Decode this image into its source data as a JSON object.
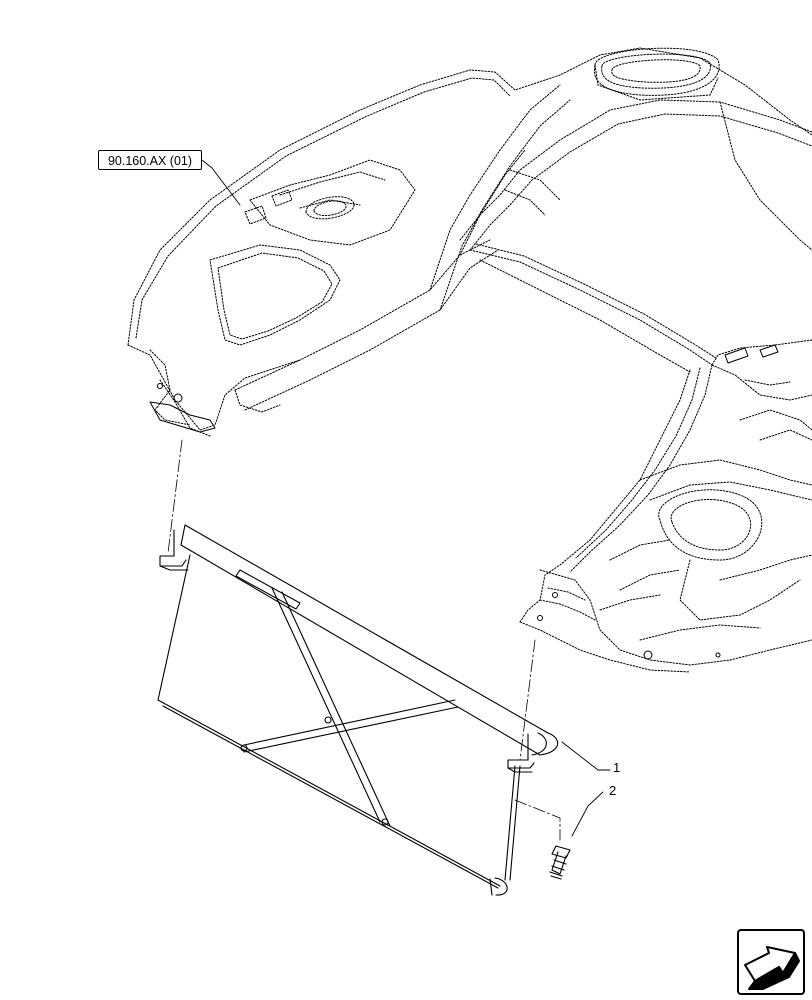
{
  "reference_label": "90.160.AX (01)",
  "callouts": [
    "1",
    "2"
  ],
  "icons": {
    "navigation": "next-page-arrow-icon"
  }
}
